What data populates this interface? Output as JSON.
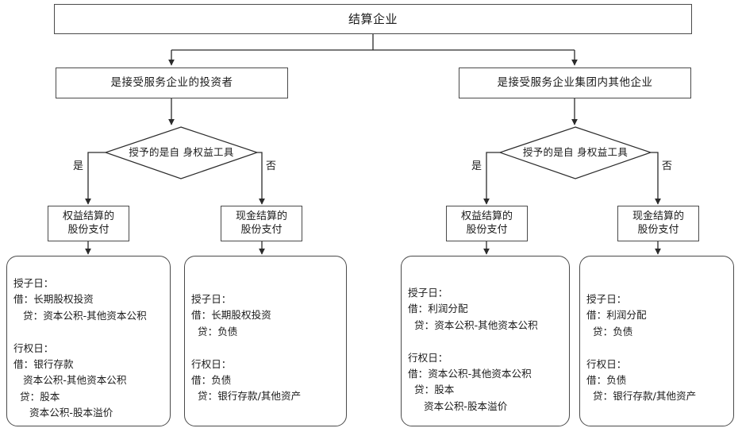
{
  "diagram": {
    "title": "结算企业",
    "root": {
      "label": "结算企业"
    },
    "branches": [
      {
        "label": "是接受服务企业的投资者"
      },
      {
        "label": "是接受服务企业集团内其他企业"
      }
    ],
    "decisions": [
      {
        "label": "授予的是自\n身权益工具",
        "yes": "是",
        "no": "否"
      },
      {
        "label": "授予的是自\n身权益工具",
        "yes": "是",
        "no": "否"
      }
    ],
    "outcomes": [
      {
        "label": "权益结算的\n股份支付"
      },
      {
        "label": "现金结算的\n股份支付"
      },
      {
        "label": "权益结算的\n股份支付"
      },
      {
        "label": "现金结算的\n股份支付"
      }
    ],
    "entries": [
      {
        "text": "授子日：\n借：长期股权投资\n   贷：资本公积-其他资本公积\n\n行权日：\n借：银行存款\n   资本公积-其他资本公积\n  贷：股本\n     资本公积-股本溢价"
      },
      {
        "text": "授子日：\n借：长期股权投资\n  贷：负债\n\n行权日：\n借：负债\n  贷：银行存款/其他资产"
      },
      {
        "text": "授子日：\n借：利润分配\n  贷：资本公积-其他资本公积\n\n行权日：\n借：资本公积-其他资本公积\n  贷：股本\n     资本公积-股本溢价"
      },
      {
        "text": "授子日：\n借：利润分配\n  贷：负债\n\n行权日：\n借：负债\n  贷：银行存款/其他资产"
      }
    ]
  },
  "colors": {
    "stroke": "#4a4a4a",
    "wire": "#2b2b2b",
    "text": "#1a1a1a",
    "background": "#ffffff"
  }
}
